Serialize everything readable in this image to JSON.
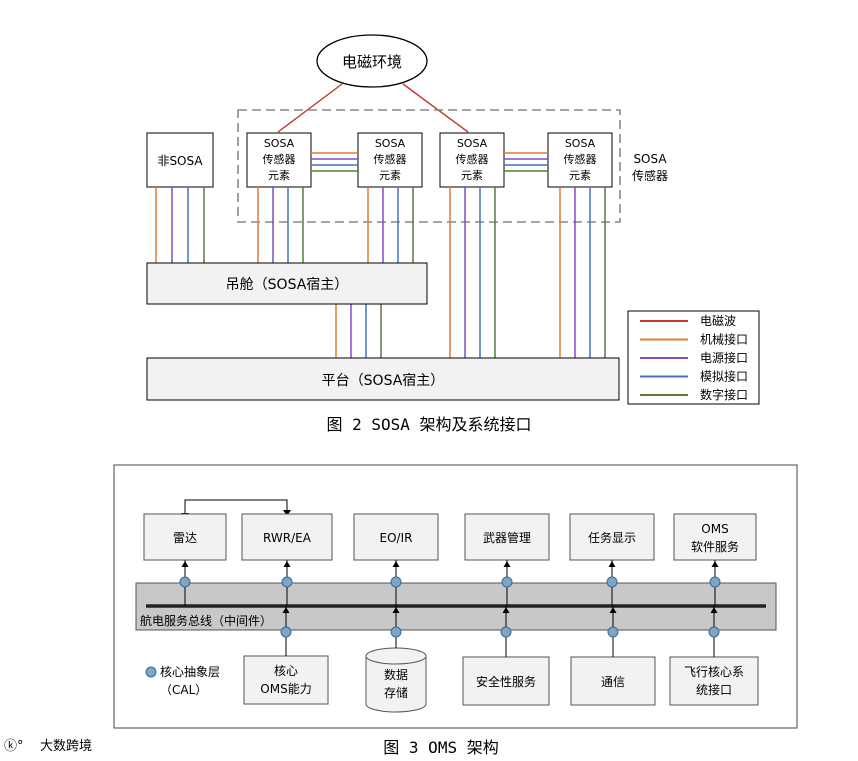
{
  "figure2": {
    "caption": "图 2 SOSA 架构及系统接口",
    "em_environment": "电磁环境",
    "non_sosa": "非SOSA",
    "sensor_element": [
      "SOSA",
      "传感器",
      "元素"
    ],
    "sosa_sensor": [
      "SOSA",
      "传感器"
    ],
    "pod_host": "吊舱（SOSA宿主）",
    "platform_host": "平台（SOSA宿主）",
    "legend": [
      {
        "label": "电磁波",
        "color": "#c0392b"
      },
      {
        "label": "机械接口",
        "color": "#e07b39"
      },
      {
        "label": "电源接口",
        "color": "#7e4fc2"
      },
      {
        "label": "模拟接口",
        "color": "#4472c4"
      },
      {
        "label": "数字接口",
        "color": "#5b7a3a"
      }
    ]
  },
  "figure3": {
    "caption": "图 3 OMS 架构",
    "top_modules": [
      "雷达",
      "RWR/EA",
      "EO/IR",
      "武器管理",
      "任务显示",
      [
        "OMS",
        "软件服务"
      ]
    ],
    "bus_label": "航电服务总线（中间件）",
    "bottom_modules": [
      [
        "核心",
        "OMS能力"
      ],
      [
        "数据",
        "存储"
      ],
      "安全性服务",
      "通信",
      [
        "飞行核心系",
        "统接口"
      ]
    ],
    "cal_legend": [
      "核心抽象层",
      "（CAL）"
    ]
  },
  "watermark": "大数跨境"
}
